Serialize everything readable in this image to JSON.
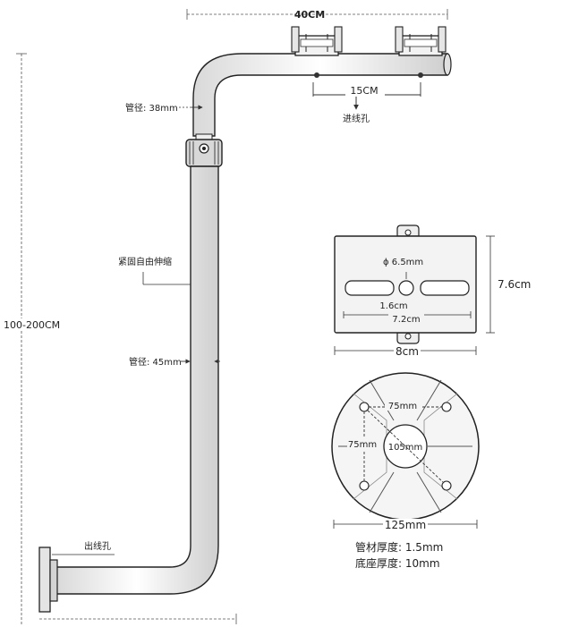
{
  "dimensions": {
    "arm_width": "40CM",
    "mount_spacing": "15CM",
    "total_height": "100-200CM",
    "plate_height": "7.6cm",
    "plate_width": "8cm",
    "hole_diameter": "6.5mm",
    "slot_width": "1.6cm",
    "slot_span": "7.2cm",
    "base_diameter": "125mm",
    "base_hole_h": "75mm",
    "base_hole_v": "75mm",
    "base_hole_diag": "105mm"
  },
  "labels": {
    "cable_entry": "进线孔",
    "cable_exit": "出线孔",
    "upper_pipe": "管径: 38mm",
    "lower_pipe": "管径: 45mm",
    "telescopic": "紧固自由伸缩"
  },
  "specs": {
    "tube_thickness": "管材厚度: 1.5mm",
    "base_thickness": "底座厚度: 10mm"
  }
}
